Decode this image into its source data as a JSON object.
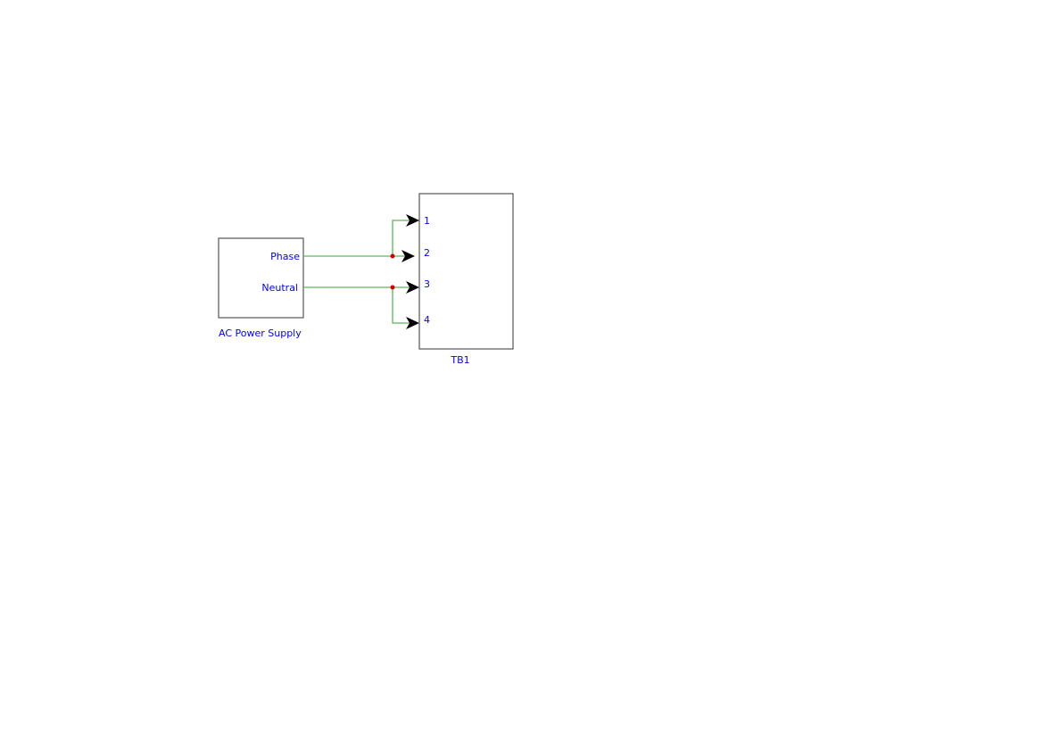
{
  "components": {
    "power_supply": {
      "label": "AC Power Supply",
      "ports": [
        "Phase",
        "Neutral"
      ]
    },
    "terminal_block": {
      "label": "TB1",
      "pins": [
        "1",
        "2",
        "3",
        "4"
      ]
    }
  },
  "colors": {
    "wire": "#5cb85c",
    "text": "#0000ff",
    "junction": "#cc0000",
    "border": "#555555"
  }
}
